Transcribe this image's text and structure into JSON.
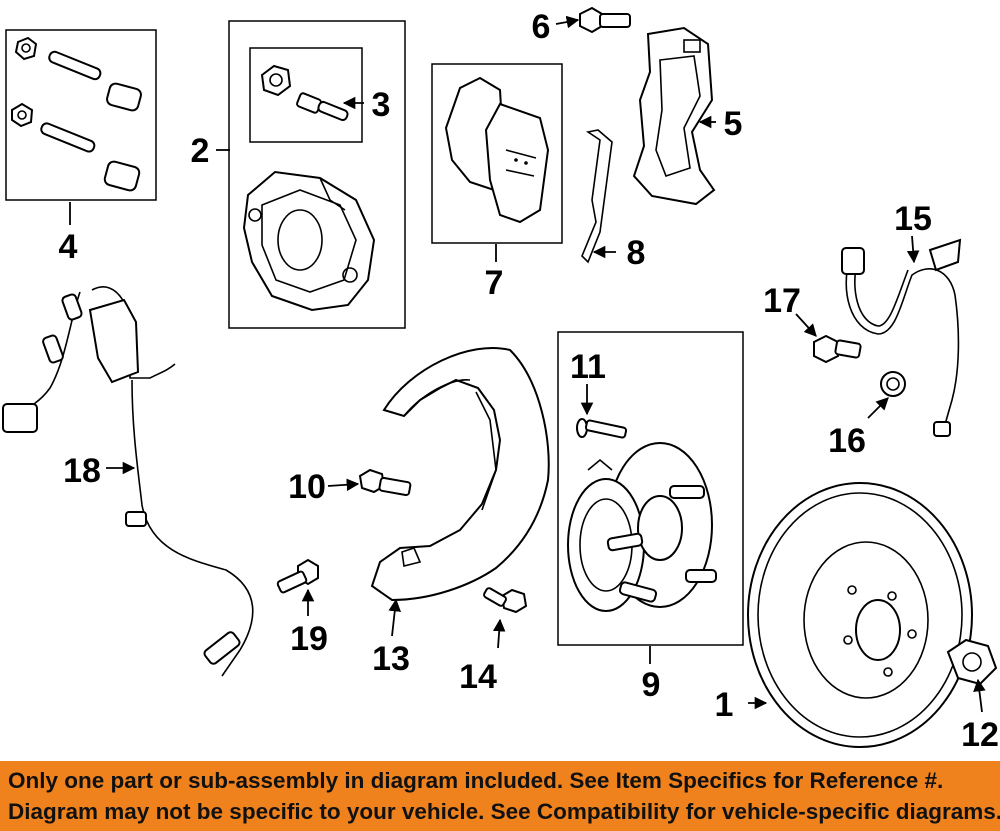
{
  "diagram": {
    "callouts": [
      "1",
      "2",
      "3",
      "4",
      "5",
      "6",
      "7",
      "8",
      "9",
      "10",
      "11",
      "12",
      "13",
      "14",
      "15",
      "16",
      "17",
      "18",
      "19"
    ]
  },
  "footer": {
    "line1": "Only one part or sub-assembly in diagram included. See Item Specifics for Reference #.",
    "line2": "Diagram may not be specific to your vehicle. See Compatibility for vehicle-specific diagrams."
  },
  "colors": {
    "footer_background": "#f0821e",
    "ink": "#000000",
    "background": "#ffffff"
  }
}
